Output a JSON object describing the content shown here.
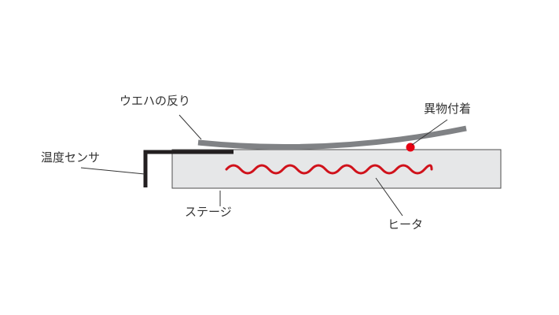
{
  "labels": {
    "wafer_warp": "ウエハの反り",
    "foreign_matter": "異物付着",
    "temp_sensor": "温度センサ",
    "stage": "ステージ",
    "heater": "ヒータ"
  },
  "colors": {
    "stage_fill": "#e6e7e8",
    "stage_stroke": "#4d4d4d",
    "wafer": "#808285",
    "sensor": "#231f20",
    "heater": "#d0121b",
    "particle": "#e60012",
    "leader_line": "#333333",
    "text": "#333333"
  }
}
